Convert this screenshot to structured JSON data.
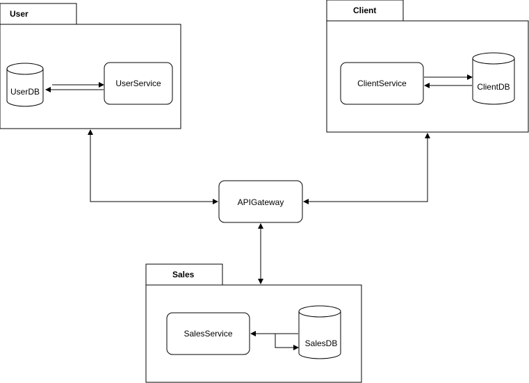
{
  "packages": {
    "user": {
      "label": "User"
    },
    "client": {
      "label": "Client"
    },
    "sales": {
      "label": "Sales"
    }
  },
  "nodes": {
    "user_db": {
      "label": "UserDB"
    },
    "user_service": {
      "label": "UserService"
    },
    "client_service": {
      "label": "ClientService"
    },
    "client_db": {
      "label": "ClientDB"
    },
    "api_gateway": {
      "label": "APIGateway"
    },
    "sales_service": {
      "label": "SalesService"
    },
    "sales_db": {
      "label": "SalesDB"
    }
  },
  "connections": [
    {
      "from": "user_db",
      "to": "user_service",
      "arrow": "forward"
    },
    {
      "from": "user_service",
      "to": "user_db",
      "arrow": "forward"
    },
    {
      "from": "client_service",
      "to": "client_db",
      "arrow": "forward"
    },
    {
      "from": "client_db",
      "to": "client_service",
      "arrow": "forward"
    },
    {
      "from": "user",
      "to": "api_gateway",
      "arrow": "both"
    },
    {
      "from": "client",
      "to": "api_gateway",
      "arrow": "both"
    },
    {
      "from": "api_gateway",
      "to": "sales",
      "arrow": "both"
    },
    {
      "from": "sales_db",
      "to": "sales_service",
      "arrow": "forward"
    },
    {
      "from": "sales_service",
      "to": "sales_db",
      "arrow": "forward"
    }
  ]
}
